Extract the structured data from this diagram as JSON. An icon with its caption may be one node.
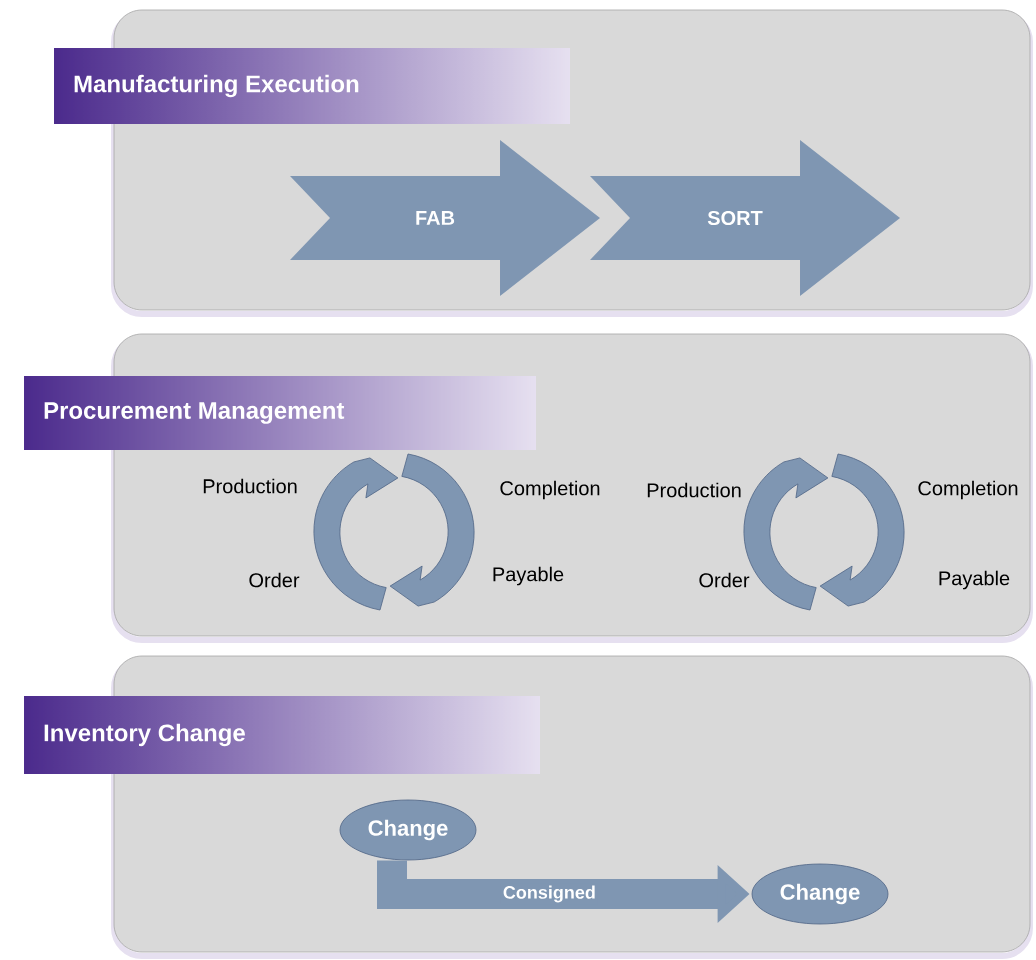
{
  "diagram": {
    "nodes": [
      {
        "text": [
          "Manufacturing Execution"
        ]
      },
      {
        "text": [
          "FAB"
        ],
        "in": 0
      },
      {
        "text": [
          "SORT"
        ],
        "in": 0
      },
      {
        "text": [
          "Procurement Management"
        ]
      },
      {
        "text": [
          "Inventory Change"
        ]
      },
      {
        "text": [
          "Change"
        ],
        "in": 4
      },
      {
        "text": [
          "Change"
        ],
        "in": 4
      }
    ],
    "edges": [
      {
        "from": 5,
        "to": 6,
        "arrow": "to",
        "label": "Consigned"
      }
    ],
    "labels": [
      "Production",
      "Completion",
      "Order",
      "Payable",
      "Production",
      "Completion",
      "Order",
      "Payable"
    ]
  }
}
